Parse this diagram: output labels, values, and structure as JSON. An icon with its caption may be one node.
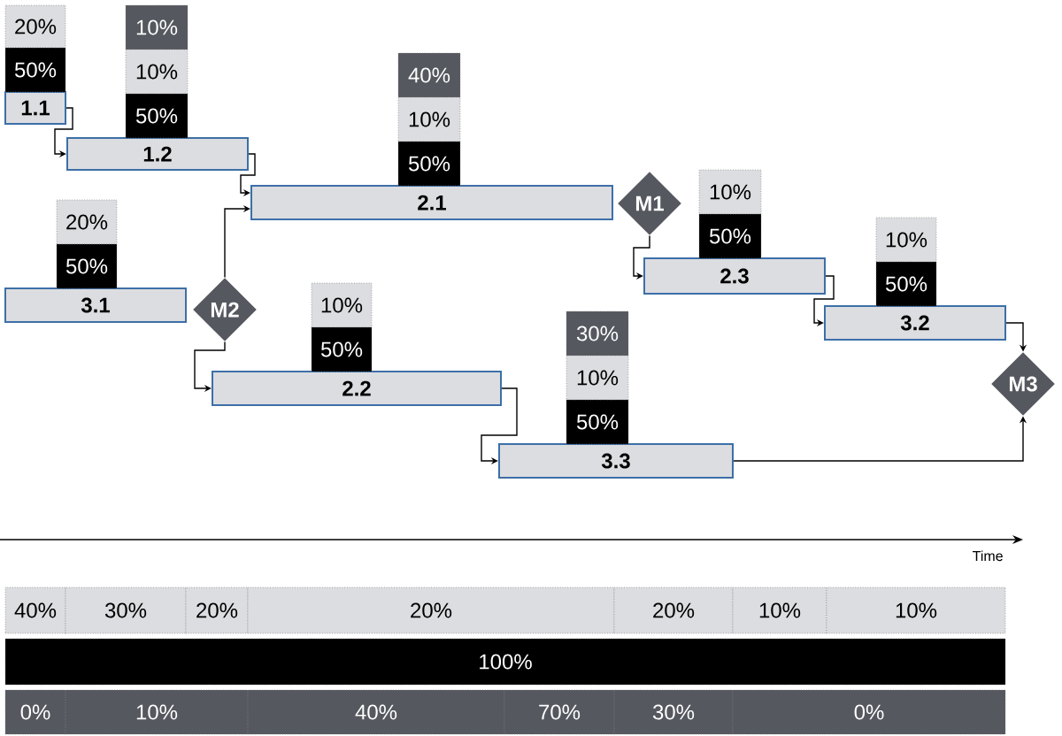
{
  "diagram": {
    "nodes": [
      {
        "text": [
          "1.1"
        ]
      },
      {
        "text": [
          "1.2"
        ]
      },
      {
        "text": [
          "2.1"
        ]
      },
      {
        "text": [
          "M1"
        ]
      },
      {
        "text": [
          "3.1"
        ]
      },
      {
        "text": [
          "M2"
        ]
      },
      {
        "text": [
          "2.3"
        ]
      },
      {
        "text": [
          "3.2"
        ]
      },
      {
        "text": [
          "2.2"
        ]
      },
      {
        "text": [
          "3.3"
        ]
      },
      {
        "text": [
          "M3"
        ]
      },
      {
        "text": [
          "20%"
        ]
      },
      {
        "text": [
          "50%"
        ]
      },
      {
        "text": [
          "10%"
        ]
      },
      {
        "text": [
          "10%"
        ]
      },
      {
        "text": [
          "50%"
        ]
      },
      {
        "text": [
          "40%"
        ]
      },
      {
        "text": [
          "10%"
        ]
      },
      {
        "text": [
          "50%"
        ]
      },
      {
        "text": [
          "20%"
        ]
      },
      {
        "text": [
          "50%"
        ]
      },
      {
        "text": [
          "10%"
        ]
      },
      {
        "text": [
          "50%"
        ]
      },
      {
        "text": [
          "10%"
        ]
      },
      {
        "text": [
          "50%"
        ]
      },
      {
        "text": [
          "10%"
        ]
      },
      {
        "text": [
          "50%"
        ]
      },
      {
        "text": [
          "30%"
        ]
      },
      {
        "text": [
          "10%"
        ]
      },
      {
        "text": [
          "50%"
        ]
      },
      {
        "text": [
          "40%"
        ]
      },
      {
        "text": [
          "30%"
        ]
      },
      {
        "text": [
          "20%"
        ]
      },
      {
        "text": [
          "20%"
        ]
      },
      {
        "text": [
          "20%"
        ]
      },
      {
        "text": [
          "10%"
        ]
      },
      {
        "text": [
          "10%"
        ]
      },
      {
        "text": [
          "100%"
        ]
      },
      {
        "text": [
          "0%"
        ]
      },
      {
        "text": [
          "10%"
        ]
      },
      {
        "text": [
          "40%"
        ]
      },
      {
        "text": [
          "70%"
        ]
      },
      {
        "text": [
          "30%"
        ]
      },
      {
        "text": [
          "0%"
        ]
      }
    ],
    "edges": [
      {
        "from": 0,
        "to": 1,
        "arrow": "to"
      },
      {
        "from": 1,
        "to": 2,
        "arrow": "to"
      },
      {
        "from": 5,
        "to": 2,
        "arrow": "to"
      },
      {
        "from": 5,
        "to": 8,
        "arrow": "to"
      },
      {
        "from": 8,
        "to": 9,
        "arrow": "to"
      },
      {
        "from": 3,
        "to": 6,
        "arrow": "to"
      },
      {
        "from": 6,
        "to": 7,
        "arrow": "to"
      },
      {
        "from": 7,
        "to": 10,
        "arrow": "to"
      },
      {
        "from": 9,
        "to": 10,
        "arrow": "to"
      }
    ],
    "labels": [
      "Time"
    ]
  }
}
